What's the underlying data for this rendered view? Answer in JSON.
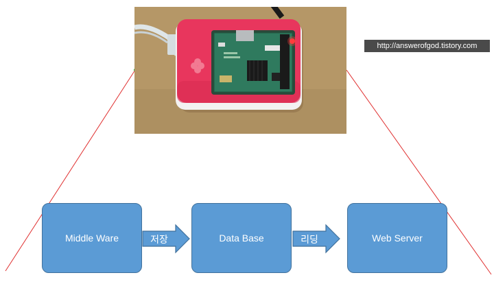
{
  "watermark": "http://answerofgod.tistory.com",
  "boxes": {
    "middleware": "Middle Ware",
    "database": "Data Base",
    "webserver": "Web Server"
  },
  "arrows": {
    "store": "저장",
    "read": "리딩"
  },
  "colors": {
    "box_fill": "#5b9bd5",
    "box_border": "#41719c",
    "zoom_line": "#e03030",
    "board_case": "#e8365d"
  }
}
